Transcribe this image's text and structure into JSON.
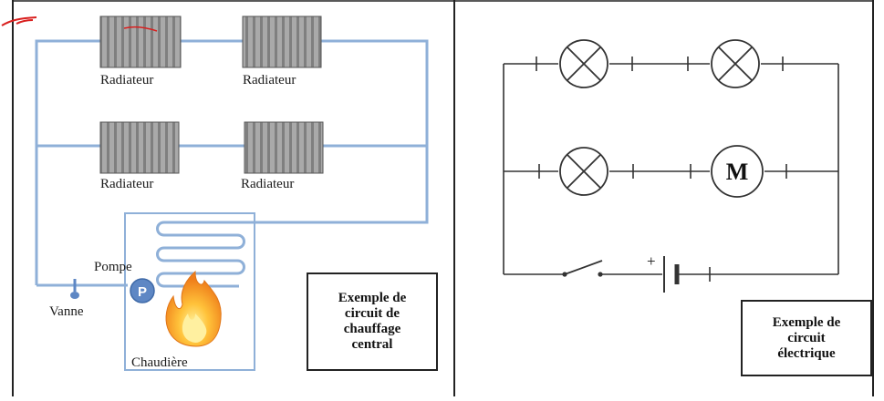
{
  "left_panel": {
    "radiators": [
      "Radiateur",
      "Radiateur",
      "Radiateur",
      "Radiateur"
    ],
    "pump_label": "Pompe",
    "pump_symbol": "P",
    "valve_label": "Vanne",
    "boiler_label": "Chaudière",
    "caption_lines": [
      "Exemple de",
      "circuit de",
      "chauffage",
      "central"
    ]
  },
  "right_panel": {
    "motor_symbol": "M",
    "battery_plus": "+",
    "caption_lines": [
      "Exemple de",
      "circuit",
      "électrique"
    ]
  },
  "colors": {
    "pipe": "#8fb0d8",
    "radiator": "#8c8c8c",
    "pump": "#5e87c4",
    "flame_outer": "#f39a1e",
    "flame_inner": "#ffd94a",
    "wire": "#333333",
    "pen_mark": "#d9201f"
  }
}
